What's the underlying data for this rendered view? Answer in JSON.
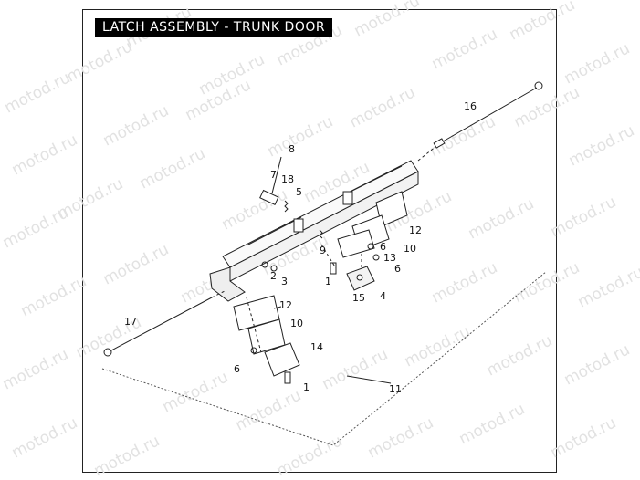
{
  "title": "LATCH ASSEMBLY - TRUNK DOOR",
  "watermark": "motod.ru",
  "callouts": [
    {
      "id": "c8",
      "text": "8"
    },
    {
      "id": "c7",
      "text": "7"
    },
    {
      "id": "c18",
      "text": "18"
    },
    {
      "id": "c5",
      "text": "5"
    },
    {
      "id": "c16",
      "text": "16"
    },
    {
      "id": "c12a",
      "text": "12"
    },
    {
      "id": "c10a",
      "text": "10"
    },
    {
      "id": "c6a",
      "text": "6"
    },
    {
      "id": "c13",
      "text": "13"
    },
    {
      "id": "c6b",
      "text": "6"
    },
    {
      "id": "c9",
      "text": "9"
    },
    {
      "id": "c2",
      "text": "2"
    },
    {
      "id": "c3",
      "text": "3"
    },
    {
      "id": "c1a",
      "text": "1"
    },
    {
      "id": "c15",
      "text": "15"
    },
    {
      "id": "c4",
      "text": "4"
    },
    {
      "id": "c12b",
      "text": "12"
    },
    {
      "id": "c17",
      "text": "17"
    },
    {
      "id": "c10b",
      "text": "10"
    },
    {
      "id": "c14",
      "text": "14"
    },
    {
      "id": "c6c",
      "text": "6"
    },
    {
      "id": "c1b",
      "text": "1"
    },
    {
      "id": "c11",
      "text": "11"
    }
  ]
}
